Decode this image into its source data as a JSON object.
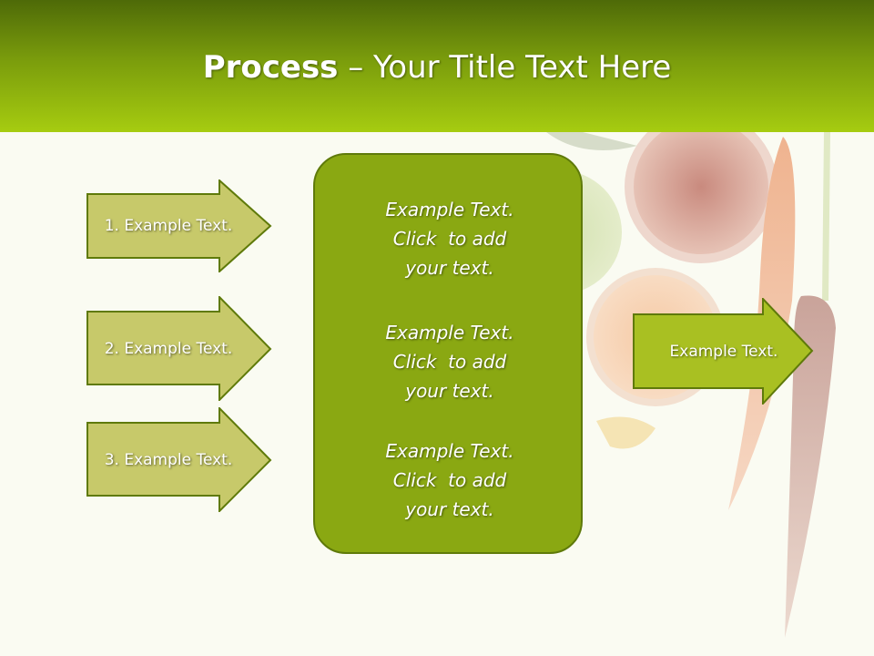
{
  "title": {
    "bold": "Process",
    "rest": " – Your Title Text Here"
  },
  "steps": [
    {
      "label": "1. Example Text."
    },
    {
      "label": "2. Example Text."
    },
    {
      "label": "3. Example Text."
    }
  ],
  "center_box": {
    "blocks": [
      {
        "lines": [
          "Example Text.",
          "Click  to add",
          "your text."
        ]
      },
      {
        "lines": [
          "Example Text.",
          "Click  to add",
          "your text."
        ]
      },
      {
        "lines": [
          "Example Text.",
          "Click  to add",
          "your text."
        ]
      }
    ]
  },
  "output_arrow": {
    "label": "Example Text."
  },
  "colors": {
    "header_dark": "#4e6a08",
    "header_light": "#a6cc10",
    "step_arrow_fill": "#c7c96a",
    "output_arrow_fill": "#a9c022",
    "center_box_fill": "#8aa812",
    "outline": "#5f7a0a"
  },
  "background_image": "juice-glasses-and-carrots-photo"
}
